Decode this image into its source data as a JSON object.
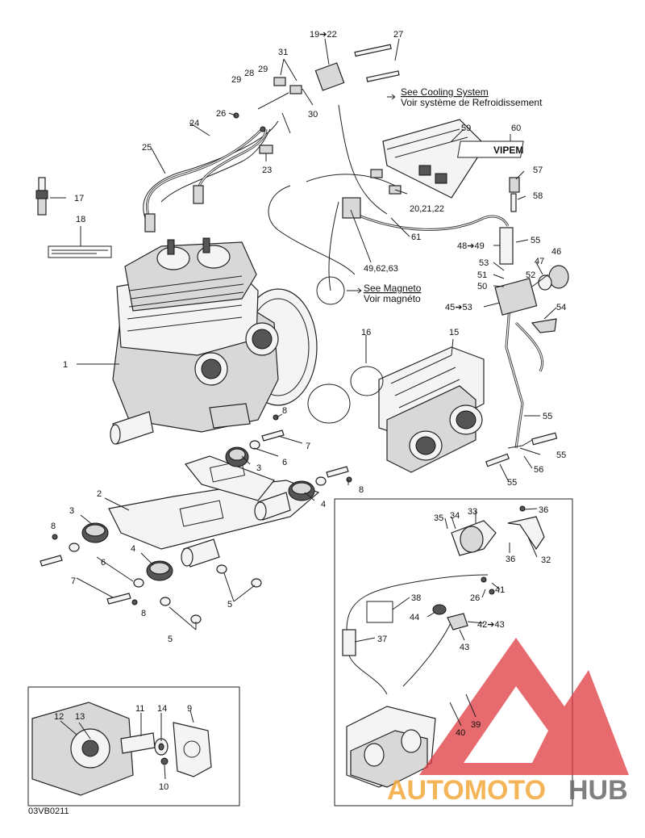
{
  "notes": {
    "cooling_en": "See Cooling System",
    "cooling_fr": "Voir système de Refroidissement",
    "magneto_en": "See Magneto",
    "magneto_fr": "Voir magnéto",
    "diagram_code": "03VB0211",
    "vipem_label": "VIPEM"
  },
  "watermark": {
    "brand_left": "AUTOMOTO",
    "brand_right": "HUB",
    "colors": {
      "logo": "#e0393e",
      "text_left": "#f2a93b",
      "text_right": "#6b6b6b"
    }
  },
  "labels": {
    "l1": "1",
    "l2": "2",
    "l3a": "3",
    "l3b": "3",
    "l4a": "4",
    "l4b": "4",
    "l5a": "5",
    "l5b": "5",
    "l6a": "6",
    "l6b": "6",
    "l7a": "7",
    "l7b": "7",
    "l8a": "8",
    "l8b": "8",
    "l8c": "8",
    "l8d": "8",
    "l9": "9",
    "l10": "10",
    "l11": "11",
    "l12": "12",
    "l13": "13",
    "l14": "14",
    "l15": "15",
    "l16": "16",
    "l17": "17",
    "l18": "18",
    "l19": "19➔22",
    "l20": "20,21,22",
    "l23": "23",
    "l24": "24",
    "l25": "25",
    "l26a": "26",
    "l26b": "26",
    "l27": "27",
    "l28": "28",
    "l29a": "29",
    "l29b": "29",
    "l30": "30",
    "l31": "31",
    "l32": "32",
    "l33": "33",
    "l34": "34",
    "l35": "35",
    "l36a": "36",
    "l36b": "36",
    "l37": "37",
    "l38": "38",
    "l39": "39",
    "l40": "40",
    "l41": "41",
    "l42": "42➔43",
    "l43": "43",
    "l44": "44",
    "l45": "45➔53",
    "l46": "46",
    "l47": "47",
    "l48": "48➔49",
    "l49": "49,62,63",
    "l50": "50",
    "l51": "51",
    "l52": "52",
    "l53": "53",
    "l54": "54",
    "l55a": "55",
    "l55b": "55",
    "l55c": "55",
    "l55d": "55",
    "l56": "56",
    "l57": "57",
    "l58": "58",
    "l59": "59",
    "l60": "60",
    "l61": "61"
  }
}
